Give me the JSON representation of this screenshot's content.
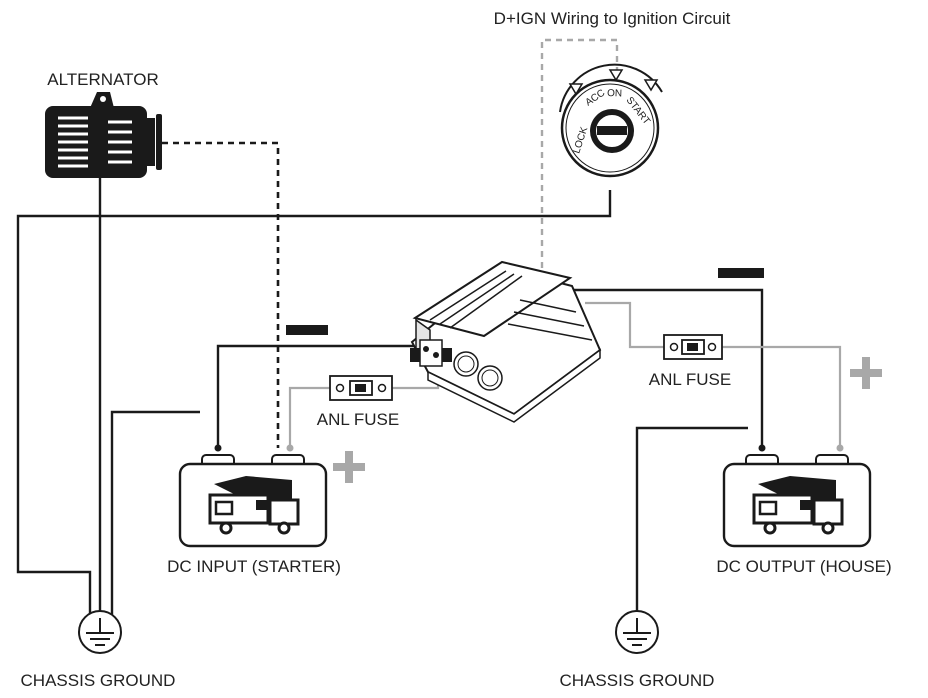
{
  "labels": {
    "ignition": "D+IGN Wiring to Ignition Circuit",
    "alternator": "ALTERNATOR",
    "fuse_left": "ANL FUSE",
    "fuse_right": "ANL FUSE",
    "battery_left": "DC INPUT (STARTER)",
    "battery_right": "DC OUTPUT (HOUSE)",
    "ground_left": "CHASSIS GROUND",
    "ground_right": "CHASSIS GROUND"
  },
  "ignition_switch": {
    "positions": [
      "LOCK",
      "ACC",
      "ON",
      "START"
    ]
  },
  "colors": {
    "negative_wire": "#1a1a1a",
    "positive_wire": "#a8a8a8",
    "positive_sign": "#a8a8a8",
    "negative_sign": "#1a1a1a"
  },
  "icons": {
    "alternator": "alternator-icon",
    "ignition": "ignition-switch-icon",
    "converter": "dc-dc-charger-icon",
    "battery": "rv-battery-icon",
    "ground": "chassis-ground-icon",
    "fuse": "anl-fuse-icon"
  }
}
